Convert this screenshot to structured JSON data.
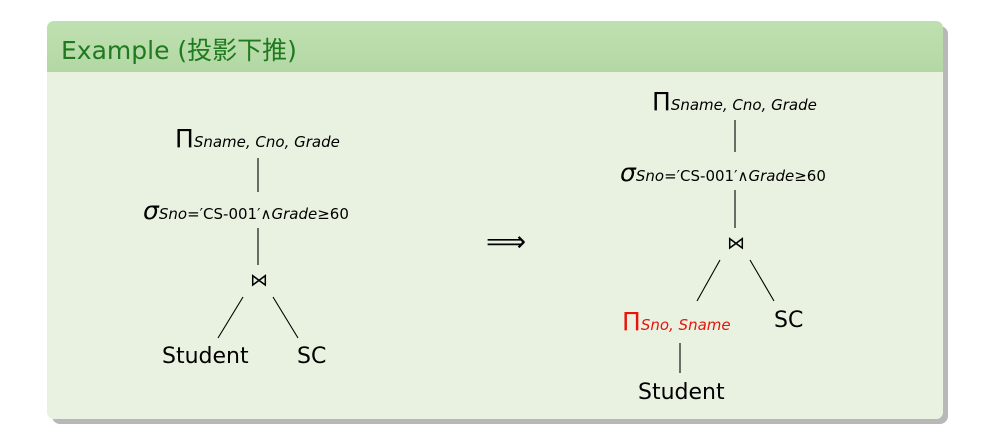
{
  "block": {
    "title": "Example (投影下推)"
  },
  "left_tree": {
    "projection": {
      "symbol": "Π",
      "subscript": "Sname, Cno, Grade"
    },
    "selection": {
      "symbol": "σ",
      "subscript_var": "Sno",
      "subscript_rest": "=′CS-001′∧",
      "subscript_var2": "Grade",
      "subscript_end": "≥60"
    },
    "join": {
      "symbol": "⋈"
    },
    "leaves": [
      "Student",
      "SC"
    ]
  },
  "arrow": {
    "symbol": "⟹"
  },
  "right_tree": {
    "projection": {
      "symbol": "Π",
      "subscript": "Sname, Cno, Grade"
    },
    "selection": {
      "symbol": "σ",
      "subscript_var": "Sno",
      "subscript_rest": "=′CS-001′∧",
      "subscript_var2": "Grade",
      "subscript_end": "≥60"
    },
    "join": {
      "symbol": "⋈"
    },
    "pushed_projection": {
      "symbol": "Π",
      "subscript": "Sno, Sname",
      "color": "#e8140c"
    },
    "right_leaf": "SC",
    "bottom_leaf": "Student"
  }
}
